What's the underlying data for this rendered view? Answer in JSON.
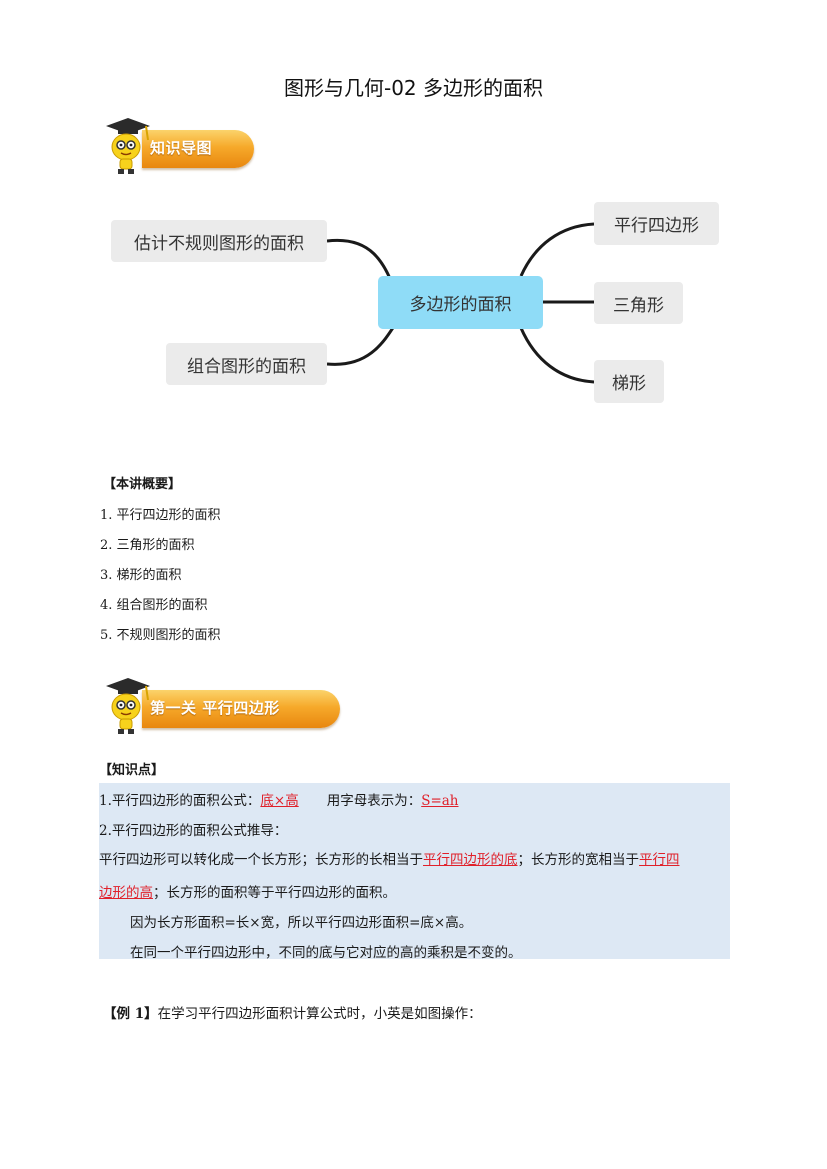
{
  "title": "图形与几何-02 多边形的面积",
  "banner1": {
    "label": "知识导图"
  },
  "banner2": {
    "label": "第一关  平行四边形"
  },
  "mindmap": {
    "center": "多边形的面积",
    "left": [
      "估计不规则图形的面积",
      "组合图形的面积"
    ],
    "right": [
      "平行四边形",
      "三角形",
      "梯形"
    ]
  },
  "overview": {
    "heading": "【本讲概要】",
    "items": [
      "1. 平行四边形的面积",
      "2. 三角形的面积",
      "3. 梯形的面积",
      "4. 组合图形的面积",
      "5. 不规则图形的面积"
    ]
  },
  "knowledge": {
    "heading": "【知识点】",
    "line1_prefix": "1.平行四边形的面积公式：",
    "line1_formula": "底×高",
    "line1_mid": "用字母表示为：",
    "line1_letter": "S=ah",
    "line2": "2.平行四边形的面积公式推导：",
    "line3_a": "平行四边形可以转化成一个长方形；长方形的长相当于",
    "line3_b": "平行四边形的底",
    "line3_c": "；长方形的宽相当于",
    "line3_d": "平行四",
    "line4_a": "边形的高",
    "line4_b": "；长方形的面积等于平行四边形的面积。",
    "line5": "因为长方形面积=长×宽，所以平行四边形面积=底×高。",
    "line6": "在同一个平行四边形中，不同的底与它对应的高的乘积是不变的。"
  },
  "example": {
    "label": "【例 1】",
    "text": "在学习平行四边形面积计算公式时，小英是如图操作："
  },
  "colors": {
    "accent_orange": "#f6a92a",
    "center_node": "#8fdcf7",
    "node_bg": "#ebebeb",
    "kb_bg": "#dde8f4",
    "highlight_red": "#e0202a"
  }
}
